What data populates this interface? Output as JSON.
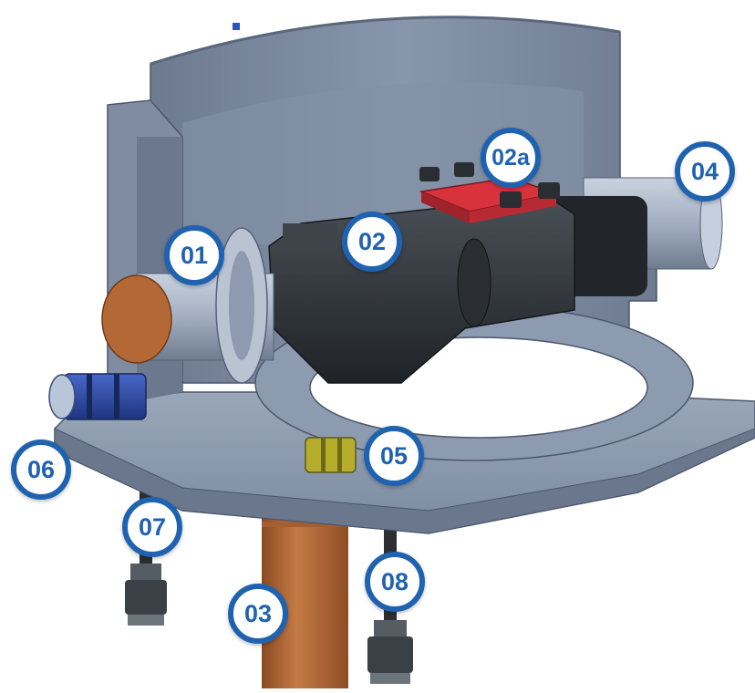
{
  "callouts": [
    {
      "id": "01",
      "label": "01"
    },
    {
      "id": "02",
      "label": "02"
    },
    {
      "id": "02a",
      "label": "02a"
    },
    {
      "id": "03",
      "label": "03"
    },
    {
      "id": "04",
      "label": "04"
    },
    {
      "id": "05",
      "label": "05"
    },
    {
      "id": "06",
      "label": "06"
    },
    {
      "id": "07",
      "label": "07"
    },
    {
      "id": "08",
      "label": "08"
    }
  ],
  "colors": {
    "callout_border": "#1f63b0",
    "concrete": "#8e9cb0",
    "concrete_dark": "#5f6c80",
    "pipe": "#a7b3c6",
    "valve_body": "#2e3338",
    "copper": "#b46836",
    "red_cover": "#d8323c",
    "blue_fitting": "#2a4aa8",
    "yellow_fitting": "#b6ad2c"
  }
}
